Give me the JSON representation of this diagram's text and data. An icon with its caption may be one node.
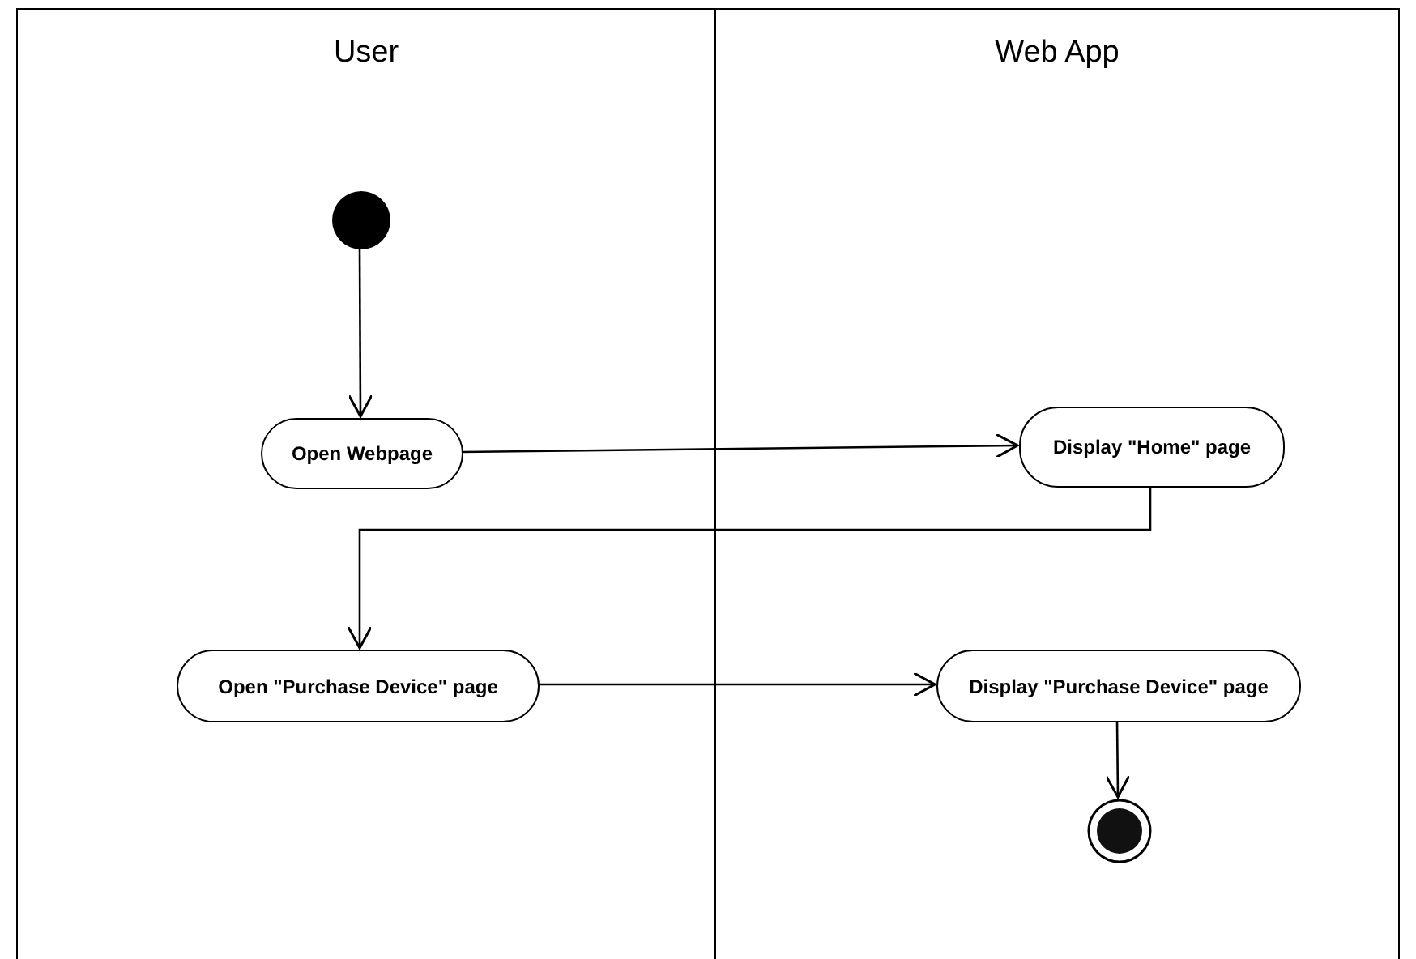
{
  "diagram": {
    "nodes": [
      {
        "text": [
          "User"
        ]
      },
      {
        "text": [
          "Web App"
        ]
      },
      {
        "text": [],
        "shape": "circle",
        "in": 0
      },
      {
        "text": [
          "Open Webpage"
        ],
        "in": 0
      },
      {
        "text": [
          "Display \"Home\" page"
        ],
        "in": 1
      },
      {
        "text": [
          "Open \"Purchase Device\" page"
        ],
        "in": 0
      },
      {
        "text": [
          "Display \"Purchase Device\" page"
        ],
        "in": 1
      },
      {
        "text": [],
        "shape": "circle",
        "in": 1
      }
    ],
    "edges": [
      {
        "from": 2,
        "to": 3,
        "arrow": "to"
      },
      {
        "from": 3,
        "to": 4,
        "arrow": "to"
      },
      {
        "from": 4,
        "to": 5,
        "arrow": "to"
      },
      {
        "from": 5,
        "to": 6,
        "arrow": "to"
      },
      {
        "from": 6,
        "to": 7,
        "arrow": "to"
      }
    ]
  }
}
